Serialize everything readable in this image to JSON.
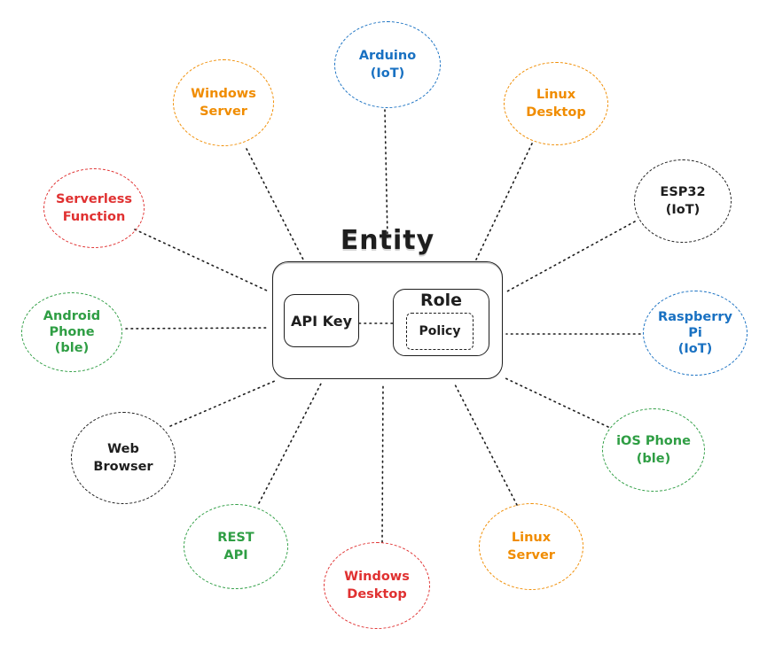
{
  "diagram": {
    "center": {
      "title": "Entity",
      "stroke": "#1e1e1e",
      "api_key": {
        "label": "API Key",
        "color": "#1e1e1e"
      },
      "role": {
        "label": "Role",
        "color": "#1e1e1e"
      },
      "policy": {
        "label": "Policy",
        "color": "#1e1e1e"
      }
    },
    "connector_color": "#1e1e1e",
    "nodes": [
      {
        "id": "windows-server",
        "label": "Windows\nServer",
        "color": "#f08c00"
      },
      {
        "id": "arduino-iot",
        "label": "Arduino\n(IoT)",
        "color": "#1971c2"
      },
      {
        "id": "linux-desktop",
        "label": "Linux\nDesktop",
        "color": "#f08c00"
      },
      {
        "id": "serverless-function",
        "label": "Serverless\nFunction",
        "color": "#e03131"
      },
      {
        "id": "esp32-iot",
        "label": "ESP32\n(IoT)",
        "color": "#1e1e1e"
      },
      {
        "id": "android-phone-ble",
        "label": "Android\nPhone\n(ble)",
        "color": "#2f9e44"
      },
      {
        "id": "raspberry-pi-iot",
        "label": "Raspberry\nPi\n(IoT)",
        "color": "#1971c2"
      },
      {
        "id": "web-browser",
        "label": "Web\nBrowser",
        "color": "#1e1e1e"
      },
      {
        "id": "ios-phone-ble",
        "label": "iOS Phone\n(ble)",
        "color": "#2f9e44"
      },
      {
        "id": "rest-api",
        "label": "REST\nAPI",
        "color": "#2f9e44"
      },
      {
        "id": "windows-desktop",
        "label": "Windows\nDesktop",
        "color": "#e03131"
      },
      {
        "id": "linux-server",
        "label": "Linux\nServer",
        "color": "#f08c00"
      }
    ]
  }
}
